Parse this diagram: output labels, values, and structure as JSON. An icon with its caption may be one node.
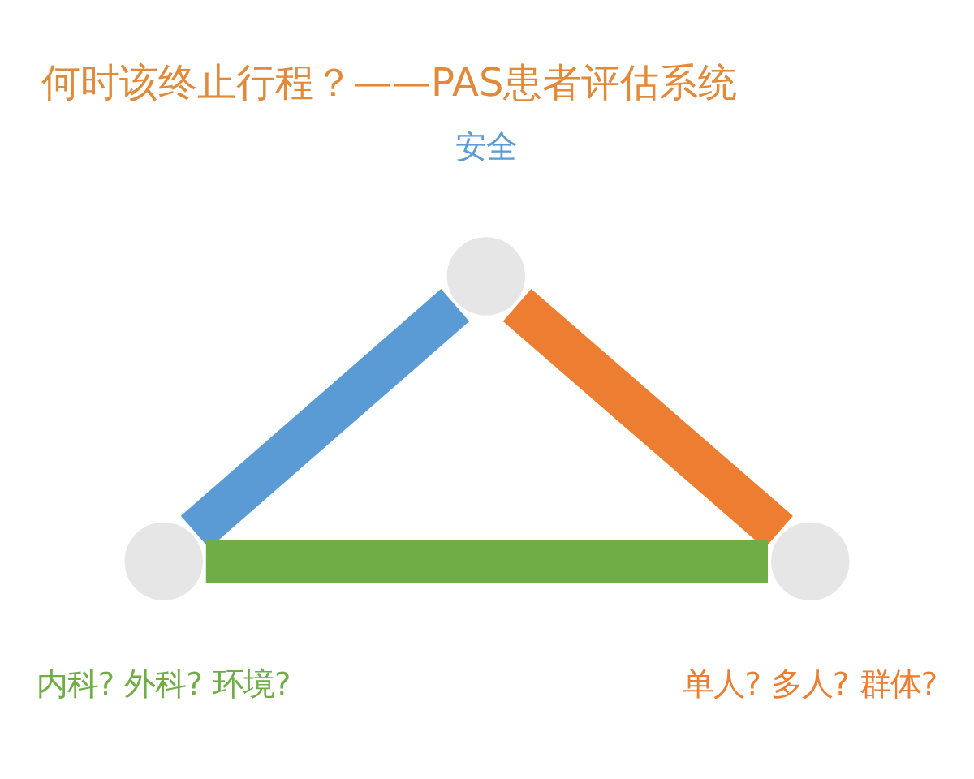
{
  "diagram": {
    "title": "何时该终止行程？——PAS患者评估系统",
    "nodes": [
      {
        "text": [],
        "shape": "circle",
        "beside": [
          "安全"
        ]
      },
      {
        "text": [],
        "shape": "circle",
        "beside": [
          "内科? 外科? 环境?"
        ]
      },
      {
        "text": [],
        "shape": "circle",
        "beside": [
          "单人? 多人? 群体?"
        ]
      }
    ],
    "edges": [
      {
        "from": 0,
        "to": 1,
        "arrow": "none",
        "color": "#5b9bd5"
      },
      {
        "from": 0,
        "to": 2,
        "arrow": "none",
        "color": "#ed7d31"
      },
      {
        "from": 1,
        "to": 2,
        "arrow": "none",
        "color": "#70ad47"
      }
    ]
  }
}
